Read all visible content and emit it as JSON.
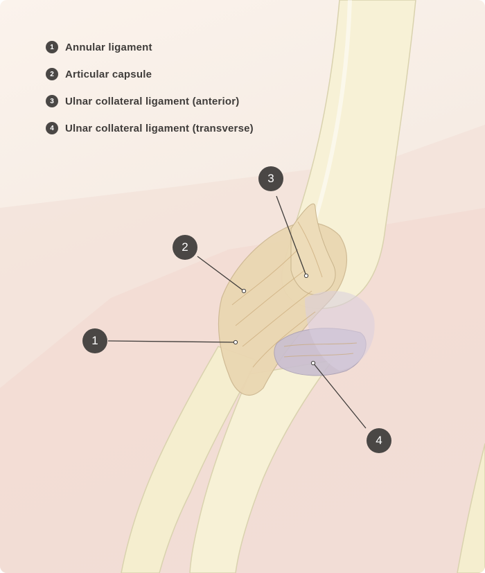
{
  "legend": [
    {
      "num": "1",
      "label": "Annular ligament"
    },
    {
      "num": "2",
      "label": "Articular capsule"
    },
    {
      "num": "3",
      "label": "Ulnar collateral ligament (anterior)"
    },
    {
      "num": "4",
      "label": "Ulnar collateral ligament (transverse)"
    }
  ],
  "callouts": [
    {
      "num": "1"
    },
    {
      "num": "2"
    },
    {
      "num": "3"
    },
    {
      "num": "4"
    }
  ],
  "colors": {
    "bone": "#f7f1d6",
    "bone_shade": "#e3dcb8",
    "ligament": "#ead7b2",
    "transverse_ligament": "#c9bfd0",
    "badge": "#4a4745",
    "leader_line": "#3f3c3a"
  }
}
